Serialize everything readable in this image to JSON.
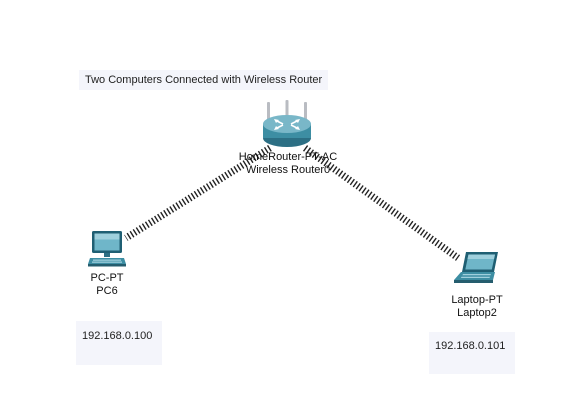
{
  "diagram": {
    "title_note": "Two Computers Connected with Wireless Router",
    "devices": {
      "router": {
        "model": "HomeRouter-PT-AC",
        "name": "Wireless Router0",
        "icon": "wireless-router-icon"
      },
      "pc": {
        "model": "PC-PT",
        "name": "PC6",
        "icon": "desktop-pc-icon"
      },
      "laptop": {
        "model": "Laptop-PT",
        "name": "Laptop2",
        "icon": "laptop-icon"
      }
    },
    "ip_notes": {
      "pc": "192.168.0.100",
      "laptop": "192.168.0.101"
    },
    "links": [
      {
        "from": "router",
        "to": "pc",
        "type": "wireless"
      },
      {
        "from": "router",
        "to": "laptop",
        "type": "wireless"
      }
    ],
    "colors": {
      "background": "#ffffff",
      "note_background": "#f4f5fb",
      "device_teal": "#3d8ea3",
      "wireless_link": "#222222"
    }
  }
}
